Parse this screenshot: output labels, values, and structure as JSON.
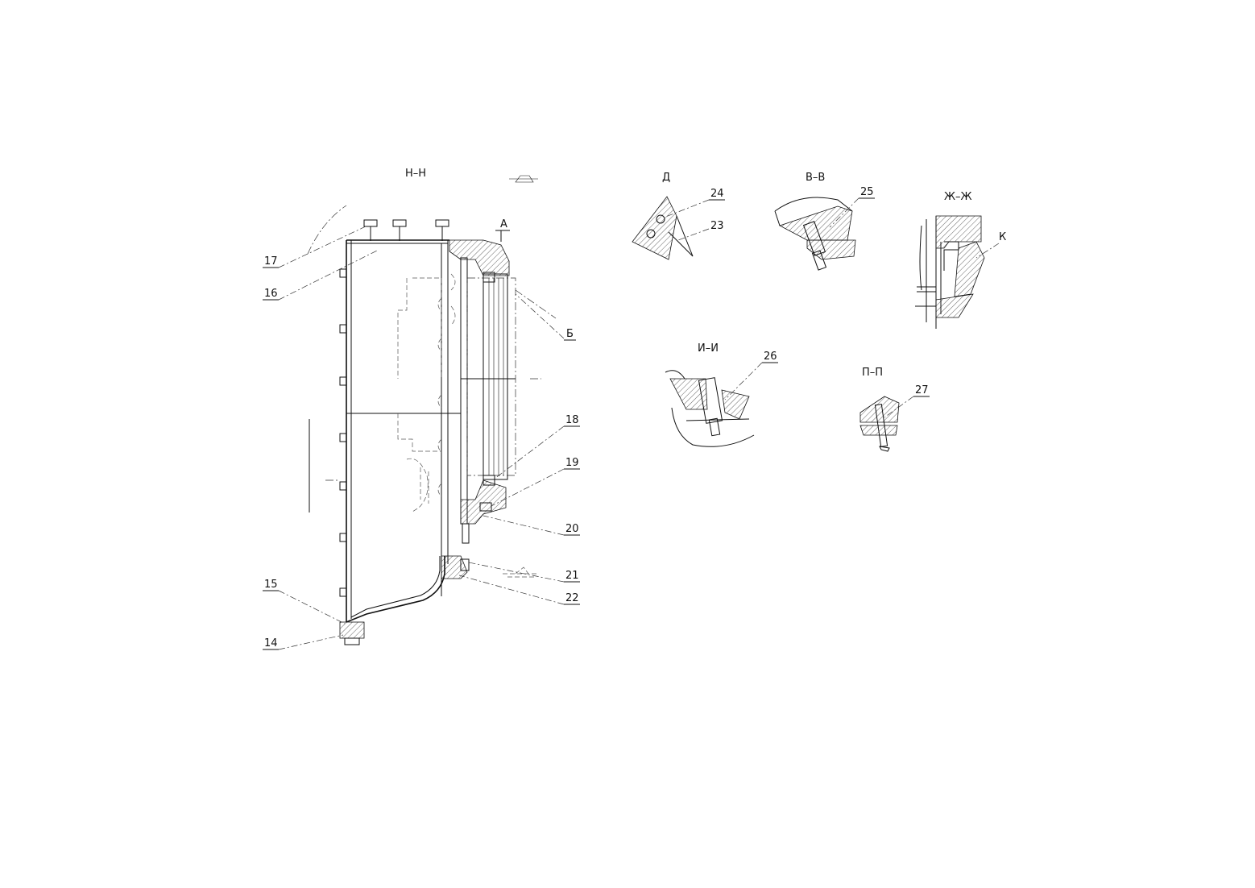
{
  "views": {
    "main": "Н–Н",
    "detail_d": "Д",
    "section_vv": "В–В",
    "section_zhzh": "Ж–Ж",
    "section_ii": "И–И",
    "section_pp": "П–П"
  },
  "markers": {
    "arrow_a": "А",
    "ref_b": "Б",
    "ref_k": "К"
  },
  "callouts": {
    "c14": "14",
    "c15": "15",
    "c16": "16",
    "c17": "17",
    "c18": "18",
    "c19": "19",
    "c20": "20",
    "c21": "21",
    "c22": "22",
    "c23": "23",
    "c24": "24",
    "c25": "25",
    "c26": "26",
    "c27": "27"
  }
}
